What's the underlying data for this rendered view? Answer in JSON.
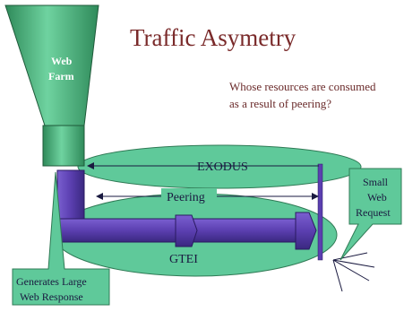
{
  "slide": {
    "title": "Traffic Asymetry",
    "question_line1": "Whose resources are consumed",
    "question_line2": "as a result of peering?",
    "web_farm_line1": "Web",
    "web_farm_line2": "Farm",
    "exodus_label": "EXODUS",
    "gtei_label": "GTEI",
    "peering_label": "Peering",
    "request_line1": "Small",
    "request_line2": "Web",
    "request_line3": "Request",
    "response_line1": "Generates Large",
    "response_line2": "Web Response"
  },
  "colors": {
    "cloud_green": "#5fc99a",
    "funnel_green": "#3fa070",
    "pipe_purple": "#5b3fb0",
    "pipe_dark": "#3d2a85",
    "title_red": "#7a2a2a",
    "callout_green": "#5fc99a"
  }
}
